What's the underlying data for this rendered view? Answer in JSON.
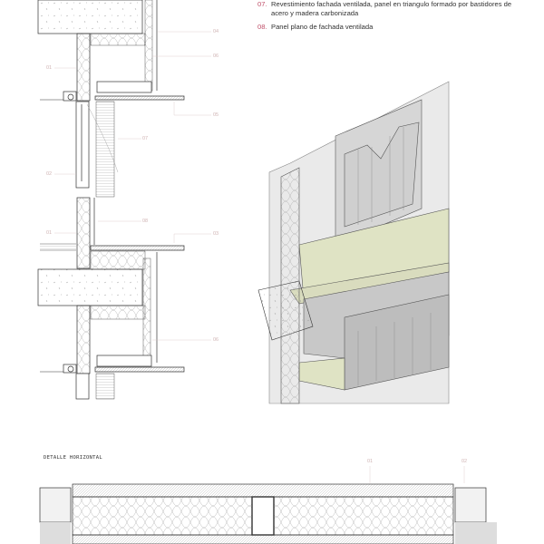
{
  "legend": [
    {
      "num": "07.",
      "text": "Revestimiento fachada ventilada,  panel en triangulo formado por bastidores de acero y madera carbonizada"
    },
    {
      "num": "08.",
      "text": "Panel plano de fachada ventilada"
    }
  ],
  "section_labels": [
    "04",
    "06",
    "01",
    "05",
    "07",
    "02",
    "08",
    "01",
    "03",
    "06"
  ],
  "horizontal_detail": {
    "title": "DETALLE HORIZONTAL",
    "labels": [
      "01",
      "02"
    ]
  },
  "colors": {
    "accent_number": "#c0506a",
    "label": "#d0b4b4",
    "facade_green": "#dfe3c4",
    "wall_gray": "#dcdcdc"
  }
}
